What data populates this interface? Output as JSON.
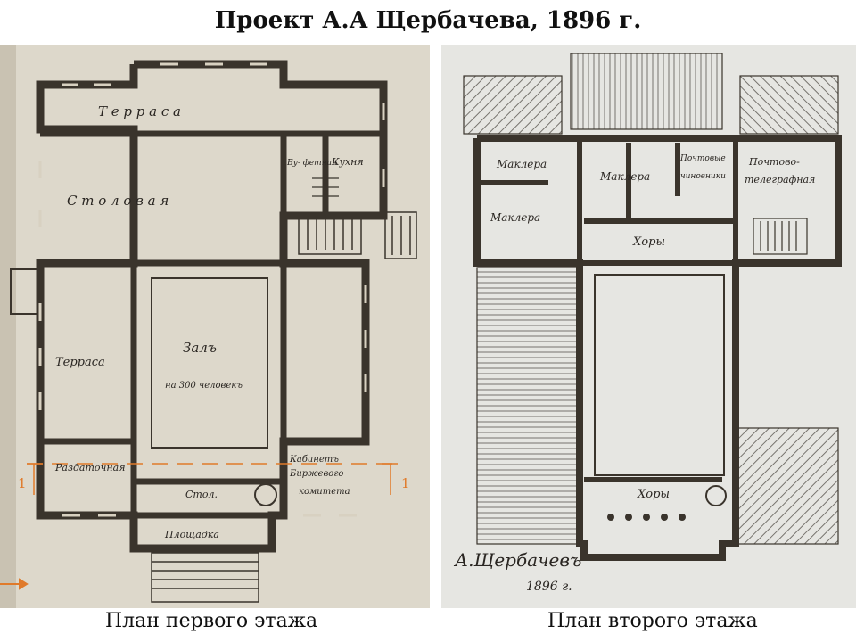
{
  "title": "Проект  А.А Щербачева, 1896 г.",
  "captions": {
    "first_floor": "План первого этажа",
    "second_floor": "План второго этажа"
  },
  "first_floor_rooms": {
    "gallery_top": "Т е р р а с а",
    "dining": "С т о л о в а я",
    "pantry": "Бу-\nфетная",
    "kitchen": "Кухня",
    "terrace": "Терраса",
    "hall": "Залъ",
    "hall_capacity": "на 300 человекъ",
    "serving": "Раздаточная",
    "stairs": "Стол.",
    "cabinet_line1": "Кабинетъ",
    "cabinet_line2": "Биржевого",
    "cabinet_line3": "комитета",
    "landing": "Площадка"
  },
  "second_floor_rooms": {
    "broker1": "Маклера",
    "broker2": "Маклера",
    "broker3": "Маклера",
    "post1": "Почтовые",
    "post2": "чиновники",
    "telegraph1": "Почтово-",
    "telegraph2": "телеграфная",
    "choir_top": "Хоры",
    "choir_bottom": "Хоры"
  },
  "section_marks": {
    "left": "1",
    "right": "1"
  },
  "signature": {
    "name": "А.Щербачевъ",
    "year": "1896 г."
  },
  "colors": {
    "section_line": "#e07a2a",
    "wall": "#3a342c",
    "paper_left": "#ddd8cb",
    "paper_right": "#e6e6e2"
  }
}
